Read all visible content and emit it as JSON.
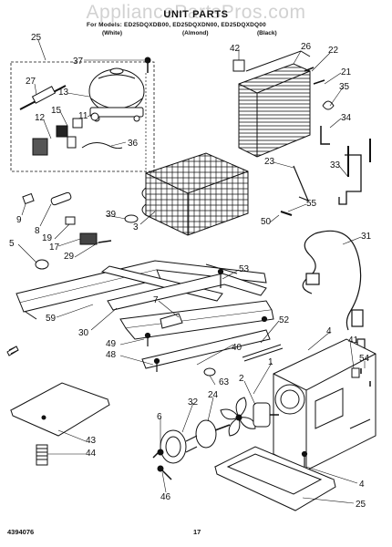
{
  "watermark": "AppliancePartsPros.com",
  "title": "UNIT PARTS",
  "models": "For Models: ED25DQXDB00, ED25DQXDN00, ED25DQXDQ00",
  "variants": [
    "(White)",
    "(Almond)",
    "(Black)"
  ],
  "footer": {
    "doc_number": "4394076",
    "page_number": "17"
  },
  "callouts": [
    "25",
    "37",
    "27",
    "13",
    "15",
    "12",
    "11",
    "36",
    "42",
    "26",
    "22",
    "21",
    "35",
    "34",
    "33",
    "23",
    "55",
    "50",
    "31",
    "9",
    "8",
    "39",
    "19",
    "17",
    "29",
    "3",
    "5",
    "53",
    "7",
    "59",
    "30",
    "49",
    "48",
    "52",
    "40",
    "4",
    "41",
    "54",
    "1",
    "2",
    "24",
    "32",
    "63",
    "6",
    "46",
    "43",
    "44",
    "25",
    "4"
  ],
  "colors": {
    "ink": "#111111",
    "watermark": "#d2d2d2",
    "background": "#ffffff"
  }
}
